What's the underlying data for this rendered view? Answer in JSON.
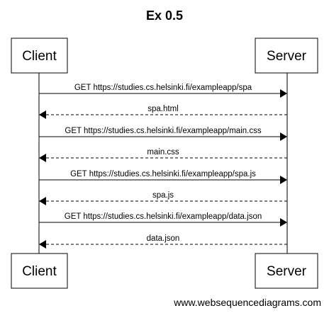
{
  "title": "Ex 0.5",
  "actors": [
    {
      "id": "client",
      "label": "Client"
    },
    {
      "id": "server",
      "label": "Server"
    }
  ],
  "messages": [
    {
      "from": "client",
      "to": "server",
      "style": "solid",
      "label": "GET https://studies.cs.helsinki.fi/exampleapp/spa"
    },
    {
      "from": "server",
      "to": "client",
      "style": "dashed",
      "label": "spa.html"
    },
    {
      "from": "client",
      "to": "server",
      "style": "solid",
      "label": "GET https://studies.cs.helsinki.fi/exampleapp/main.css"
    },
    {
      "from": "server",
      "to": "client",
      "style": "dashed",
      "label": "main.css"
    },
    {
      "from": "client",
      "to": "server",
      "style": "solid",
      "label": "GET https://studies.cs.helsinki.fi/exampleapp/spa.js"
    },
    {
      "from": "server",
      "to": "client",
      "style": "dashed",
      "label": "spa.js"
    },
    {
      "from": "client",
      "to": "server",
      "style": "solid",
      "label": "GET https://studies.cs.helsinki.fi/exampleapp/data.json"
    },
    {
      "from": "server",
      "to": "client",
      "style": "dashed",
      "label": "data.json"
    }
  ],
  "credit": "www.websequencediagrams.com"
}
